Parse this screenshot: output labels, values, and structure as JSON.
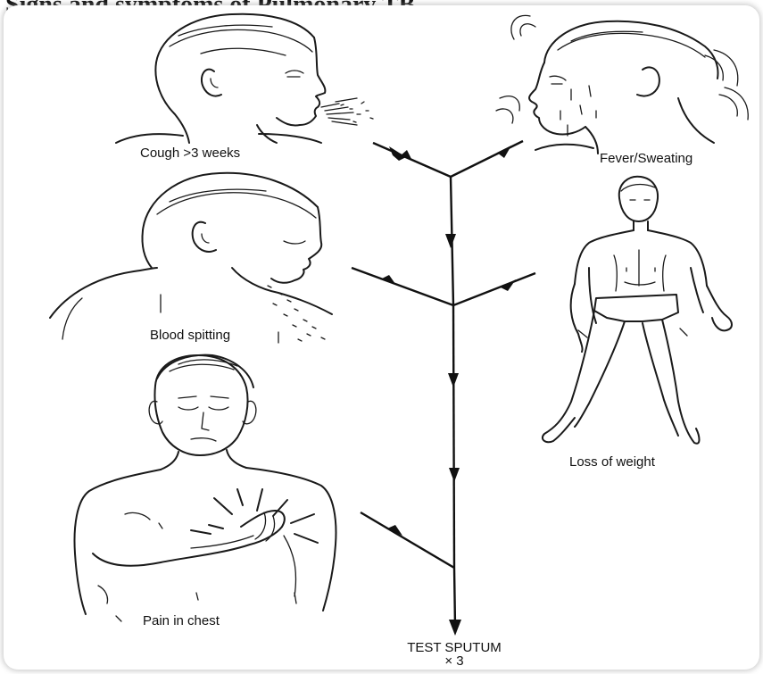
{
  "title": "Signs and symptoms of Pulmonary TB",
  "symptoms": {
    "cough": "Cough >3 weeks",
    "fever": "Fever/Sweating",
    "blood": "Blood spitting",
    "weight": "Loss of weight",
    "chest": "Pain in chest"
  },
  "result": {
    "line1": "TEST SPUTUM",
    "line2": "× 3"
  }
}
